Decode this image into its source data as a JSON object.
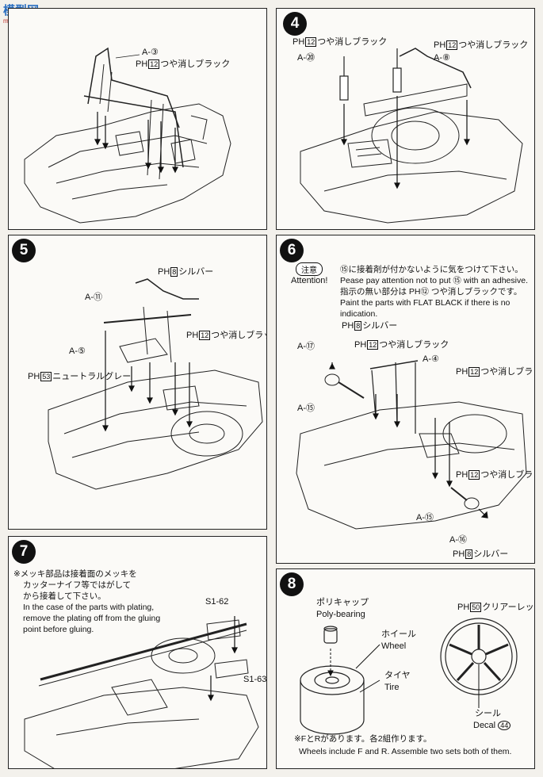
{
  "watermark": {
    "brand": "模型网",
    "url": "moo-shou-com"
  },
  "step3": {
    "part": "A-③",
    "paint": "つや消しブラック",
    "paint_code": "12",
    "pfx": "PH"
  },
  "step4": {
    "number": "4",
    "paint_left": "つや消しブラック",
    "paint_left_code": "12",
    "part_left": "A-⑳",
    "paint_right": "つや消しブラック",
    "paint_right_code": "12",
    "part_right": "A-⑧",
    "pfx": "PH"
  },
  "step5": {
    "number": "5",
    "paint_silver": "シルバー",
    "silver_code": "8",
    "part_11": "A-⑪",
    "paint_black": "つや消しブラック",
    "black_code": "12",
    "part_5": "A-⑤",
    "paint_gray": "ニュートラルグレー",
    "gray_code": "53",
    "pfx": "PH"
  },
  "step6": {
    "number": "6",
    "caution_chip": "注意",
    "caution_en": "Attention!",
    "caution_jp1": "⑮に接着剤が付かないように気をつけて下さい。",
    "caution_en1": "Pease pay attention not to put ⑮ with an adhesive.",
    "caution_jp2": "指示の無い部分は PH⑫ つや消しブラックです。",
    "caution_en2": "Paint the parts with FLAT BLACK  if there is no indication.",
    "silver1": "シルバー",
    "silver1_code": "8",
    "part_17": "A-⑰",
    "black1": "つや消しブラック",
    "black1_code": "12",
    "part_4": "A-④",
    "black2": "つや消しブラック",
    "black2_code": "12",
    "part_15a": "A-⑮",
    "black3": "つや消しブラック",
    "black3_code": "12",
    "part_15b": "A-⑮",
    "part_16": "A-⑯",
    "silver2": "シルバー",
    "silver2_code": "8",
    "pfx": "PH"
  },
  "step7": {
    "number": "7",
    "note_jp1": "※メッキ部品は接着面のメッキを",
    "note_jp2": "カッターナイフ等ではがして",
    "note_jp3": "から接着して下さい。",
    "note_en1": "In the case of the parts with plating,",
    "note_en2": "remove the plating off from the gluing",
    "note_en3": "point before gluing.",
    "part_62": "S1-62",
    "part_63": "S1-63"
  },
  "step8": {
    "number": "8",
    "poly_jp": "ポリキャップ",
    "poly_en": "Poly-bearing",
    "wheel_jp": "ホイール",
    "wheel_en": "Wheel",
    "tire_jp": "タイヤ",
    "tire_en": "Tire",
    "paint_red": "クリアーレッド",
    "red_code": "50",
    "pfx": "PH",
    "decal_jp": "シール",
    "decal_en": "Decal",
    "decal_no": "44",
    "footer_jp": "※FとRがあります。各2組作ります。",
    "footer_en": "Wheels include F and R. Assemble two sets both of them."
  }
}
